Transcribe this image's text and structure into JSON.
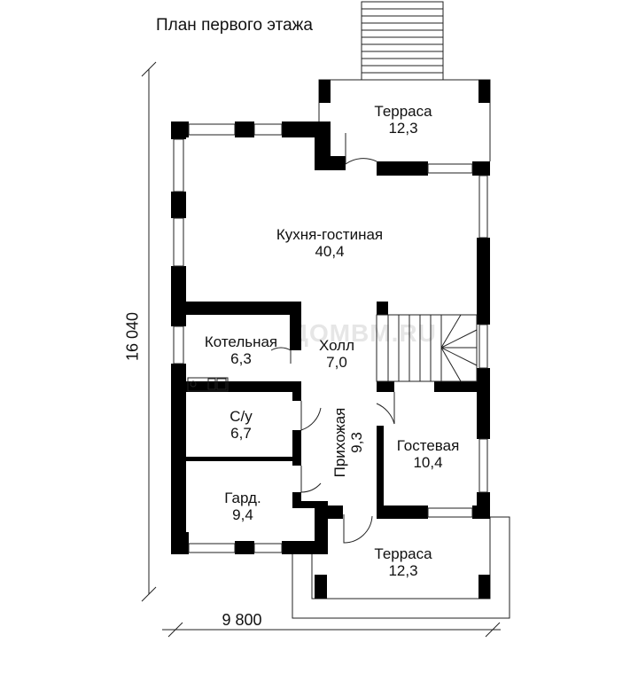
{
  "title": "План первого этажа",
  "watermark": "ДОМВМ.RU",
  "dimensions": {
    "width": "9 800",
    "height": "16 040"
  },
  "rooms": [
    {
      "name": "Терраса",
      "area": "12,3"
    },
    {
      "name": "Кухня-гостиная",
      "area": "40,4"
    },
    {
      "name": "Котельная",
      "area": "6,3"
    },
    {
      "name": "Холл",
      "area": "7,0"
    },
    {
      "name": "С/у",
      "area": "6,7"
    },
    {
      "name": "Прихожая",
      "area": "9,3"
    },
    {
      "name": "Гостевая",
      "area": "10,4"
    },
    {
      "name": "Гард.",
      "area": "9,4"
    },
    {
      "name": "Терраса",
      "area": "12,3"
    }
  ],
  "colors": {
    "wall": "#000000",
    "line": "#222222",
    "watermark": "#e6e6e6"
  }
}
